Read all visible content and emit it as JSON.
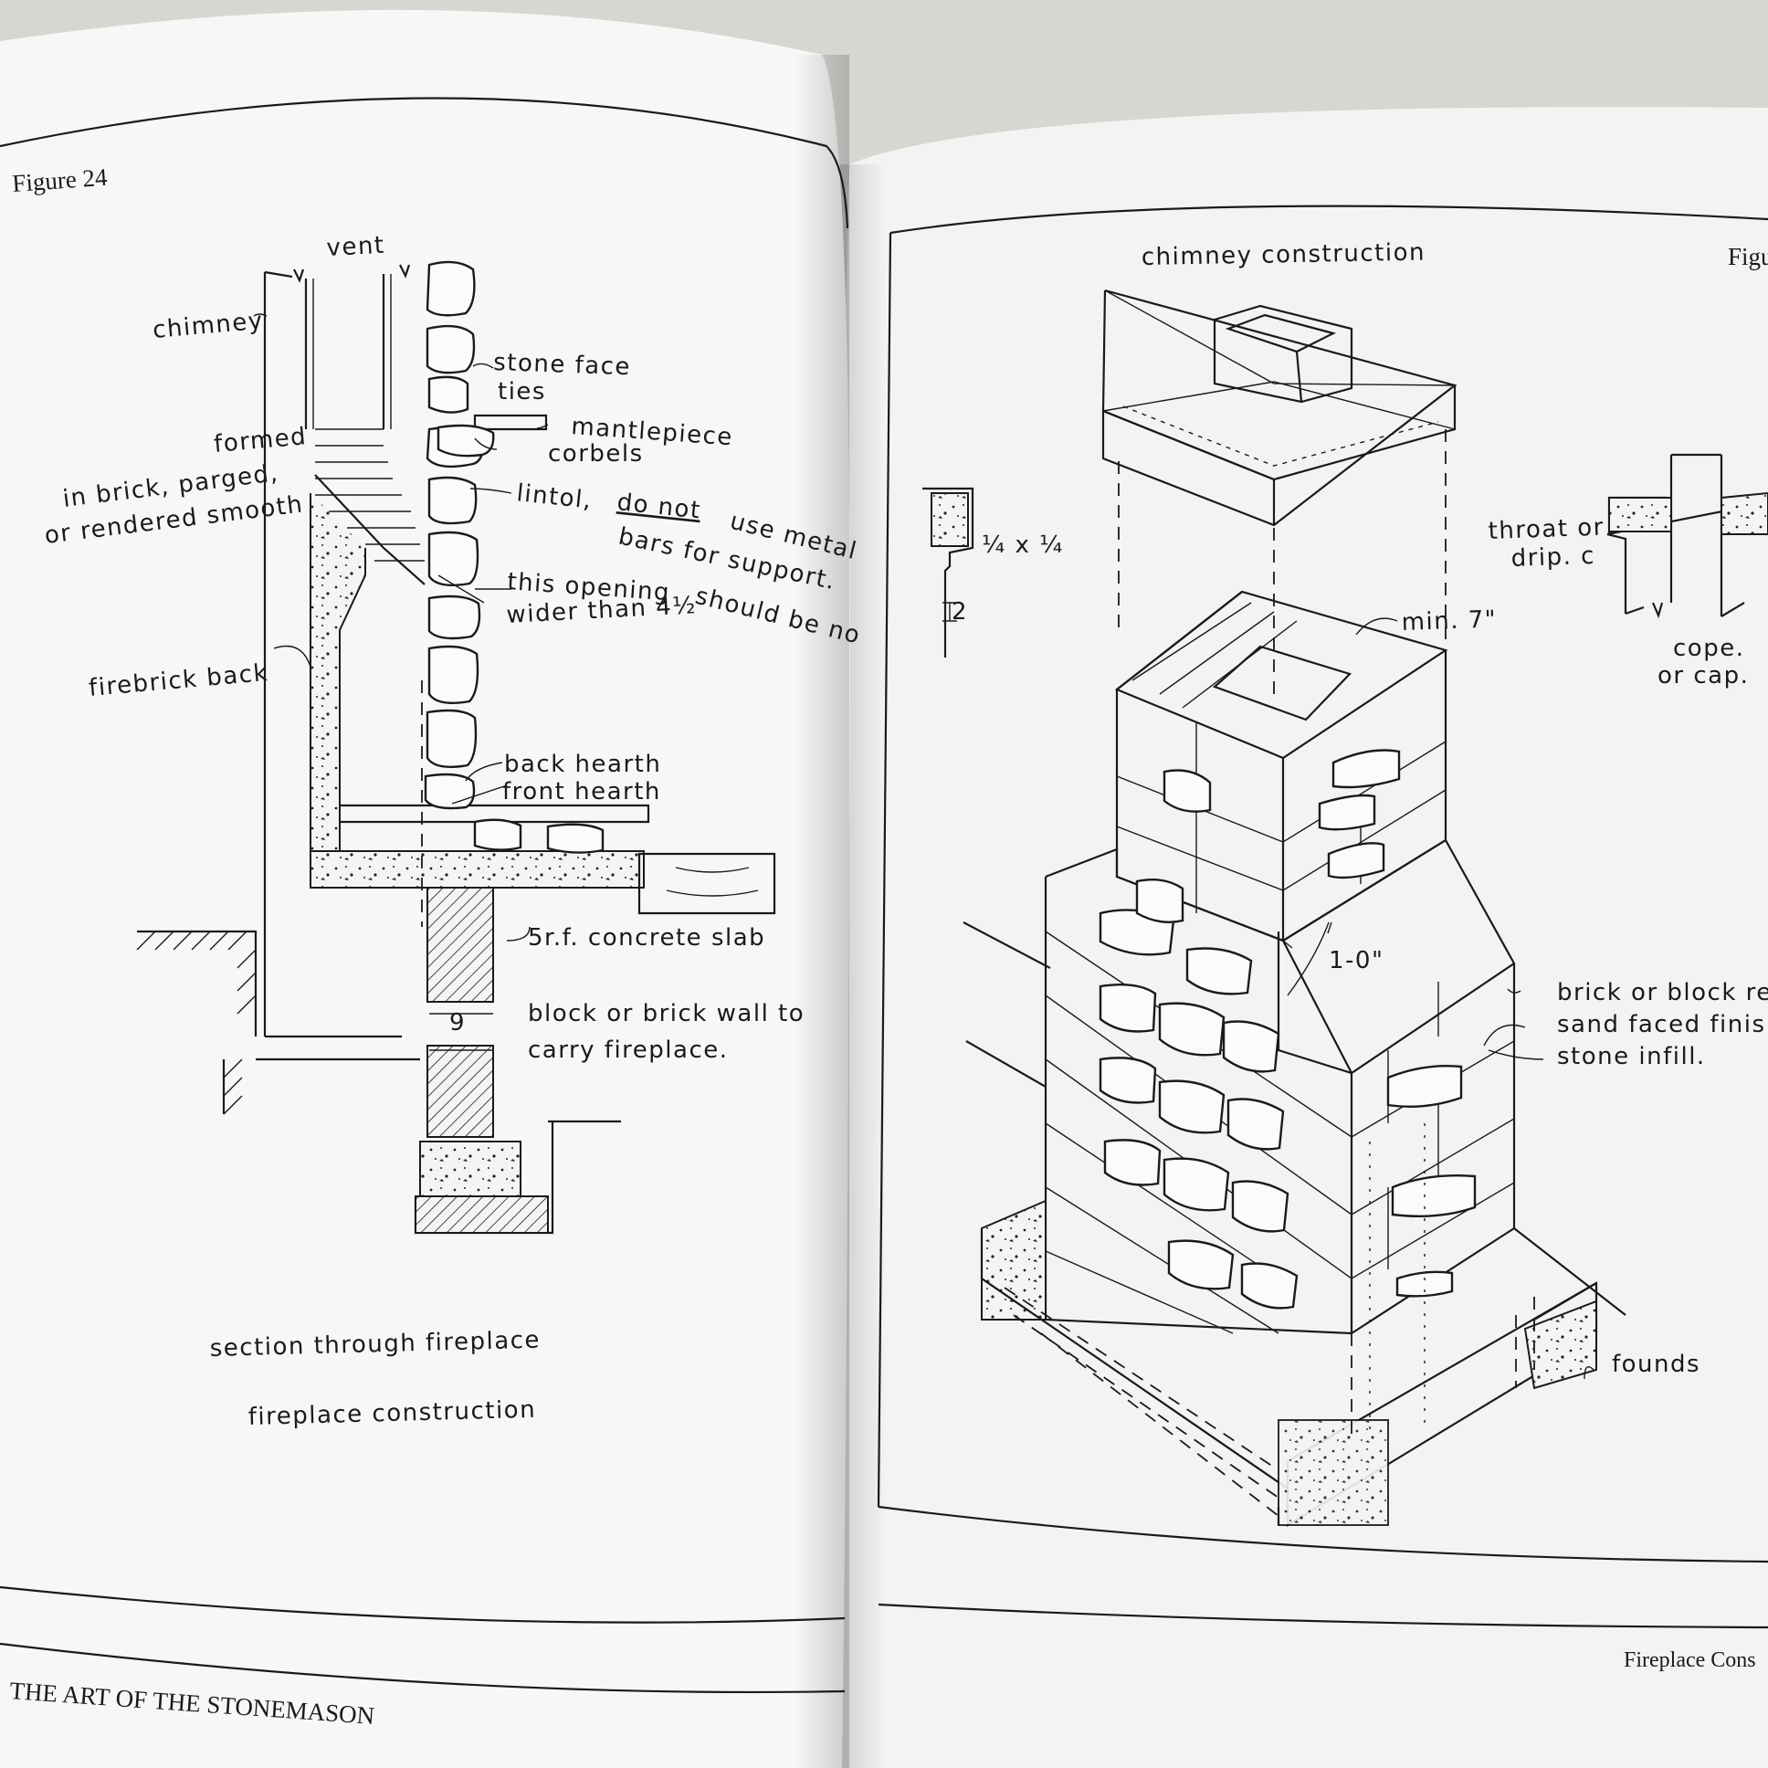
{
  "left_page": {
    "figure_label": "Figure 24",
    "labels": {
      "vent": "vent",
      "chimney": "chimney",
      "stone_face": "stone face",
      "ties": "ties",
      "mantlepiece": "mantlepiece",
      "corbels": "corbels",
      "formed": "formed",
      "in_brick_parged": "in brick, parged,",
      "rendered_smooth": "or rendered smooth",
      "lintol": "lintol,",
      "do_not": "do not",
      "use_metal": "use metal",
      "bars_for_support": "bars for support.",
      "this_opening": "this opening",
      "should_be_no": "should be no",
      "wider_than": "wider than 4½",
      "firebrick_back": "firebrick back",
      "back_hearth": "back hearth",
      "front_hearth": "front hearth",
      "concrete_slab": "5r.f. concrete slab",
      "dim_9": "9",
      "wall_line1": "block or brick wall to",
      "wall_line2": "carry fireplace."
    },
    "caption1": "section through fireplace",
    "caption2": "fireplace construction",
    "footer": "THE ART OF THE STONEMASON"
  },
  "right_page": {
    "title": "chimney construction",
    "figure_label_partial": "Figu",
    "labels": {
      "min7": "min. 7\"",
      "quarter": "¼ x ¼",
      "dim2": "2",
      "throat": "throat or",
      "drip": "drip. c",
      "cope": "cope.",
      "or_cap": "or cap.",
      "one_foot": "1-0\"",
      "brick_block": "brick or block re",
      "sand_faced": "sand faced finis",
      "stone_infill": "stone infill.",
      "founds": "founds"
    },
    "footer": "Fireplace Cons"
  }
}
